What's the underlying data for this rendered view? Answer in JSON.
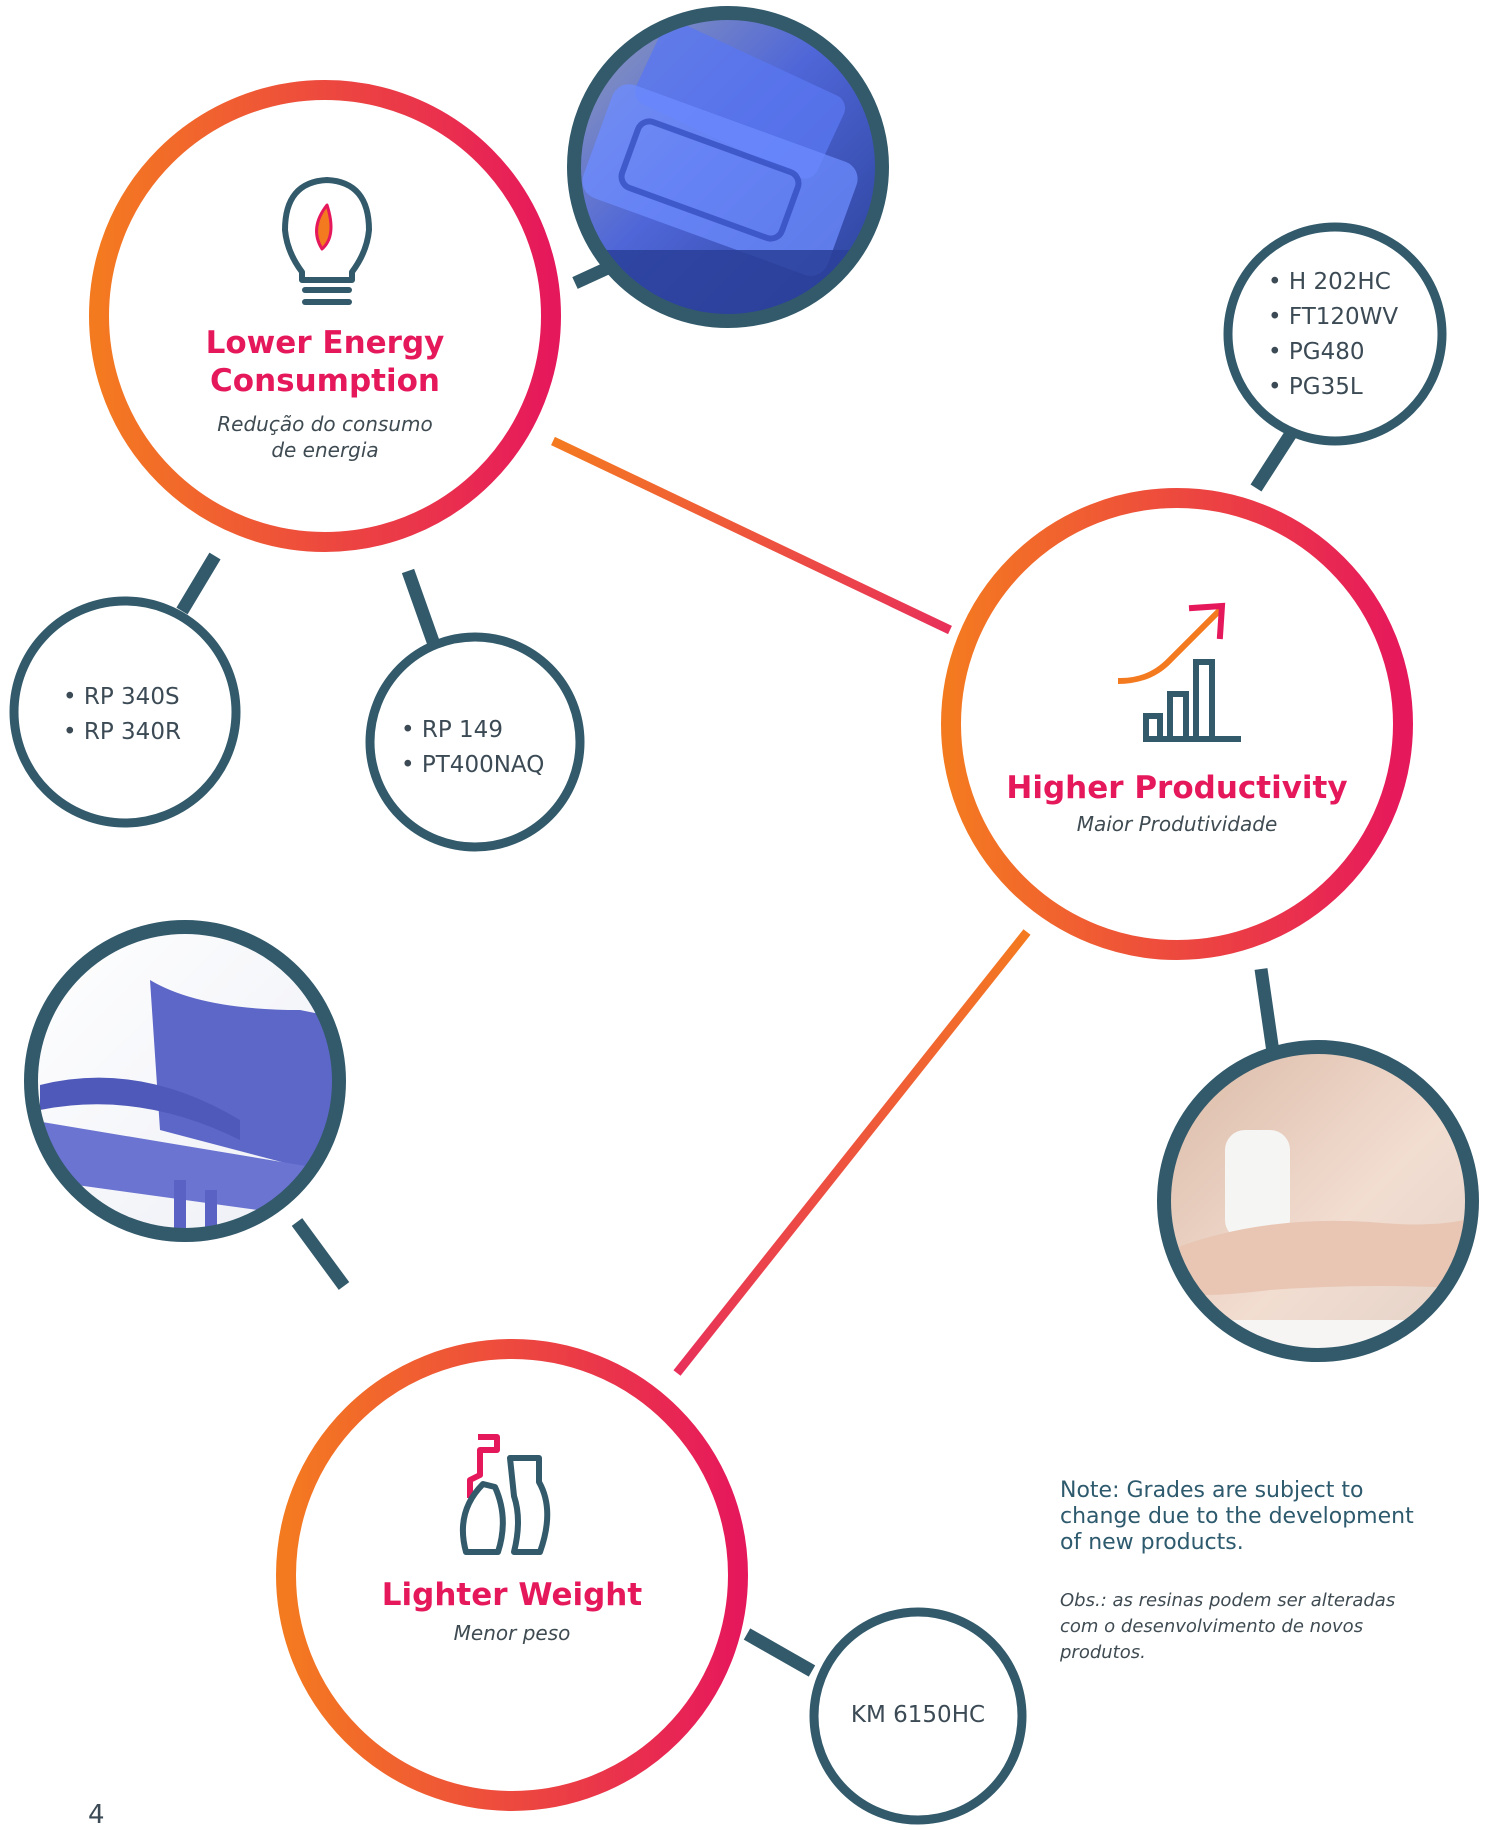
{
  "energy": {
    "title_line1": "Lower Energy",
    "title_line2": "Consumption",
    "subtitle_line1": "Redução do consumo",
    "subtitle_line2": "de energia",
    "icon": "lightbulb-flame-icon",
    "photo": "plastic-food-containers-photo"
  },
  "energy_grades_left": [
    "RP 340S",
    "RP 340R"
  ],
  "energy_grades_right": [
    "RP 149",
    "PT400NAQ"
  ],
  "productivity": {
    "title": "Higher Productivity",
    "subtitle": "Maior  Produtividade",
    "icon": "growth-chart-arrow-icon",
    "photo": "soap-dispenser-hands-photo"
  },
  "productivity_grades": [
    "H 202HC",
    "FT120WV",
    "PG480",
    "PG35L"
  ],
  "weight": {
    "title": "Lighter Weight",
    "subtitle": "Menor peso",
    "icon": "bottles-icon",
    "photo": "plastic-chair-photo"
  },
  "weight_grades": [
    "KM 6150HC"
  ],
  "note": {
    "en": "Note: Grades are subject to change due to the development of new products.",
    "pt": "Obs.: as resinas podem ser alteradas com o desenvolvimento de novos produtos."
  },
  "page_number": "4",
  "colors": {
    "ring_start": "#f47a20",
    "ring_end": "#e6185c",
    "teal": "#325a6b",
    "title_pink": "#e6185c"
  }
}
